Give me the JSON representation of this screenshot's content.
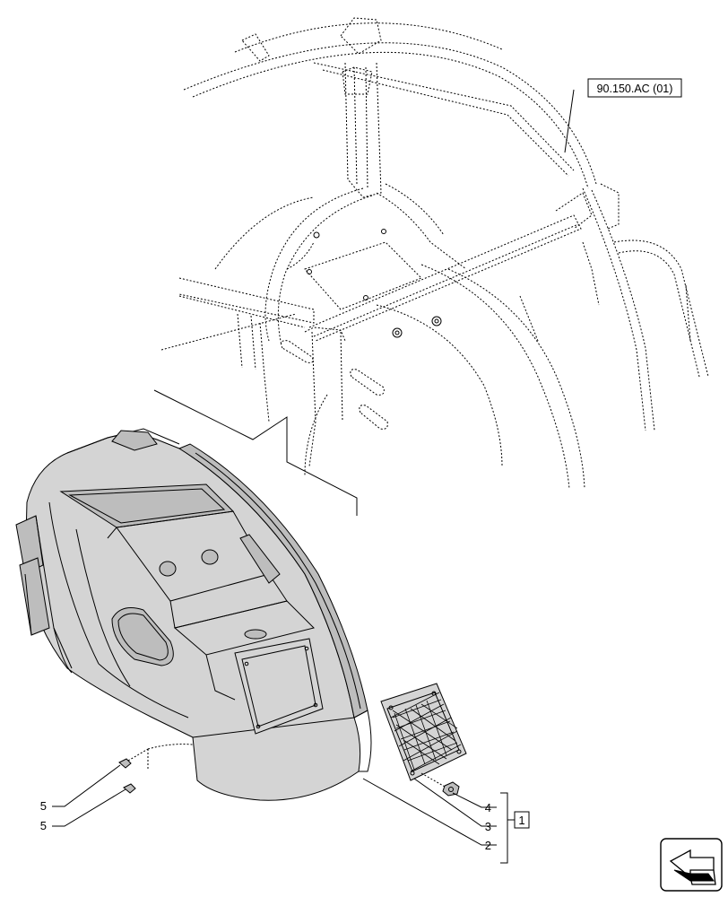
{
  "reference_label": "90.150.AC (01)",
  "callouts": [
    {
      "id": "part-5-upper",
      "text": "5"
    },
    {
      "id": "part-5-lower",
      "text": "5"
    },
    {
      "id": "part-4",
      "text": "4"
    },
    {
      "id": "part-3",
      "text": "3"
    },
    {
      "id": "part-2",
      "text": "2"
    }
  ],
  "kit_label": "1",
  "icons": [
    "orientation-arrow-icon"
  ]
}
